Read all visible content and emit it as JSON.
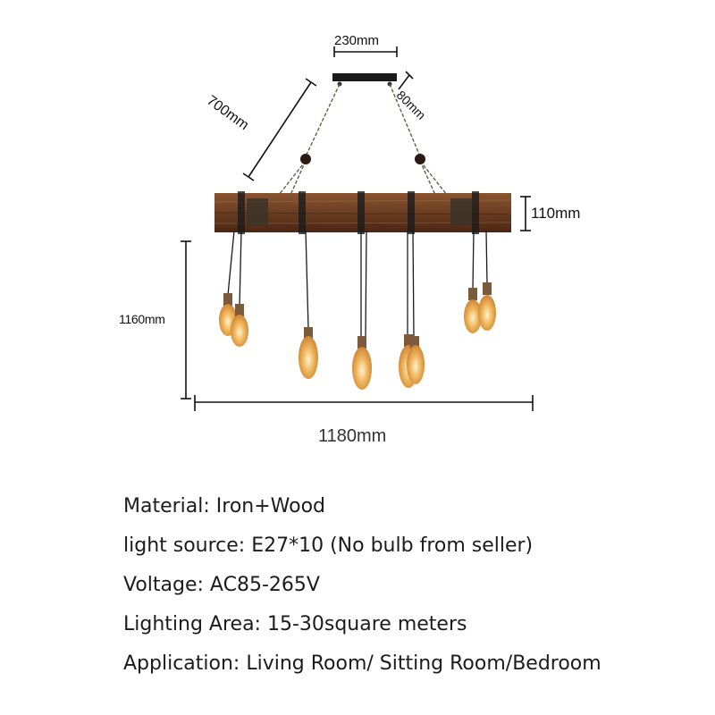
{
  "dimensions": {
    "canopy_width": "230mm",
    "chain_length": "700mm",
    "canopy_height": "80mm",
    "beam_height": "110mm",
    "drop_height": "1160mm",
    "total_width": "1180mm"
  },
  "specs": [
    "Material: Iron+Wood",
    "light source: E27*10 (No bulb from seller)",
    "Voltage: AC85-265V",
    "Lighting Area: 15-30square meters",
    "Application: Living Room/ Sitting Room/Bedroom"
  ],
  "colors": {
    "wood": "#6b3d22",
    "bulb_glow": "#e8a24a",
    "cord": "#1b1b1b"
  }
}
